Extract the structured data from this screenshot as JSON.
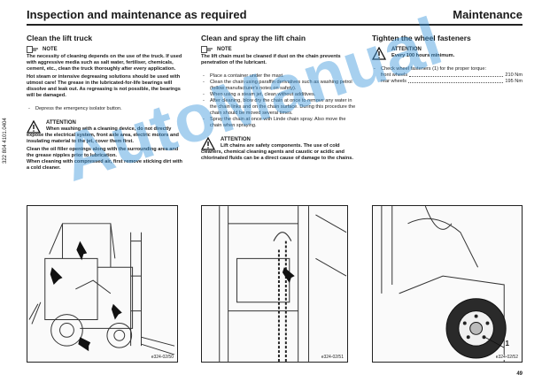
{
  "header": {
    "title": "Inspection and maintenance as required",
    "section": "Maintenance"
  },
  "side_code": "322 804 4101.0404",
  "page_number": "49",
  "watermark": "AutoManual",
  "col1": {
    "title": "Clean the lift truck",
    "note_label": "NOTE",
    "note_text": "The necessity of cleaning depends on the use of the truck. If used with aggressive media such as salt water, fertiliser, chemicals, cement, etc., clean the truck thoroughly after every application.",
    "note_text2": "Hot steam or intensive degreasing solutions should be used with utmost care! The grease in the lubricated-for-life bearings will dissolve and leak out. As regreasing is not possible, the bearings will be damaged.",
    "step1": "Depress the emergency isolator button.",
    "attention_label": "ATTENTION",
    "attention_text": "When washing with a cleaning device, do not directly expose the electrical system, front axle area, electric motors and insulating material to the jet, cover them first.",
    "after1": "Clean the oil filler openings along with the surrounding area and the grease nipples prior to lubrication.",
    "after2": "When cleaning with compressed air, first remove sticking dirt with a cold cleaner."
  },
  "col2": {
    "title": "Clean and spray the lift chain",
    "note_label": "NOTE",
    "note_text": "The lift chain must be cleaned if dust on the chain prevents penetration of the lubricant.",
    "steps": [
      "Place a container under the mast.",
      "Clean the chain using paraffin derivatives such as washing petrol (follow manufacturer's notes on safety).",
      "When using a steam jet, clean without additives.",
      "After cleaning, blow dry the chain at once to remove any water in the chain links and on the chain surface. During this procedure the chain should be moved several times.",
      "Spray the chain at once with Linde chain spray. Also move the chain when spraying."
    ],
    "attention_label": "ATTENTION",
    "attention_text": "Lift chains are safety components. The use of cold cleaners, chemical cleaning agents and caustic or acidic and chlorinated fluids can be a direct cause of damage to the chains."
  },
  "col3": {
    "title": "Tighten the wheel fasteners",
    "attention_label": "ATTENTION",
    "attention_text": "Every 100 hours minimum.",
    "step": "Check wheel fasteners (1) for the proper torque:",
    "torque": [
      {
        "label": "front wheels",
        "value": "210 Nm"
      },
      {
        "label": "rear wheels",
        "value": "195 Nm"
      }
    ]
  },
  "figures": {
    "fig1_code": "e324-02/50",
    "fig2_code": "e324-02/51",
    "fig3_code": "e324-02/52",
    "fig3_callout": "1"
  }
}
